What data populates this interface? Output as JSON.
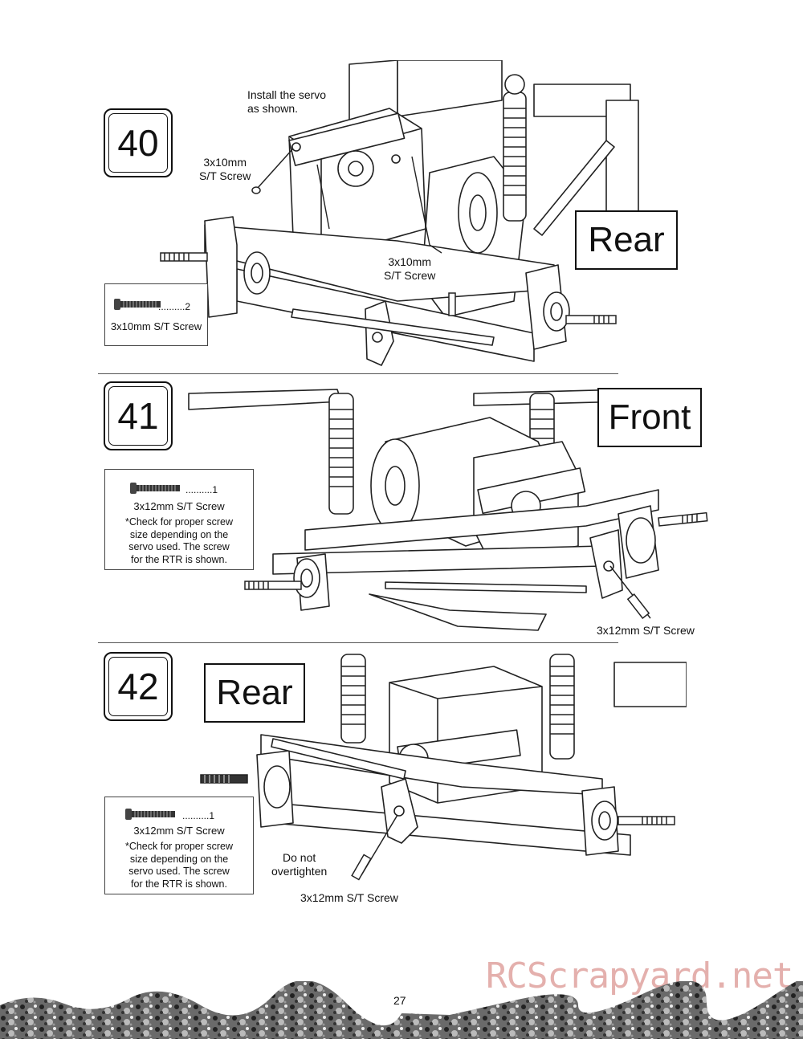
{
  "steps": [
    {
      "number": "40",
      "direction": "Rear",
      "callouts": {
        "install": "Install the servo\nas shown.",
        "screw_left": "3x10mm\nS/T Screw",
        "screw_center": "3x10mm\nS/T Screw"
      },
      "parts": {
        "qty": "..........2",
        "label": "3x10mm S/T Screw"
      }
    },
    {
      "number": "41",
      "direction": "Front",
      "callouts": {
        "screw": "3x12mm S/T Screw"
      },
      "parts": {
        "qty": "..........1",
        "label": "3x12mm S/T Screw",
        "note": "*Check for proper screw\nsize depending on the\nservo used. The screw\nfor the RTR is shown."
      }
    },
    {
      "number": "42",
      "direction": "Rear",
      "callouts": {
        "warning": "Do not\novertighten",
        "screw": "3x12mm S/T Screw"
      },
      "parts": {
        "qty": "..........1",
        "label": "3x12mm S/T Screw",
        "note": "*Check for proper screw\nsize depending on the\nservo used. The screw\nfor the RTR is shown."
      }
    }
  ],
  "page_number": "27",
  "watermark": "RCScrapyard.net",
  "icons": {
    "screw": "screw-icon"
  }
}
